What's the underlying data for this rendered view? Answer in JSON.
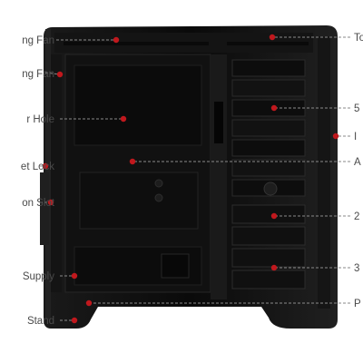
{
  "callouts_left": [
    {
      "id": "left-1",
      "text": "ng Fan"
    },
    {
      "id": "left-2",
      "text": "ng Fan"
    },
    {
      "id": "left-3",
      "text": "r Hole"
    },
    {
      "id": "left-4",
      "text": "et Lock"
    },
    {
      "id": "left-5",
      "text": "on Slot"
    },
    {
      "id": "left-6",
      "text": "Supply"
    },
    {
      "id": "left-7",
      "text": "Stand"
    }
  ],
  "callouts_right": [
    {
      "id": "right-1",
      "text": "To"
    },
    {
      "id": "right-2",
      "text": "5"
    },
    {
      "id": "right-3",
      "text": "I"
    },
    {
      "id": "right-4",
      "text": "A"
    },
    {
      "id": "right-5",
      "text": "2"
    },
    {
      "id": "right-6",
      "text": "3"
    },
    {
      "id": "right-7",
      "text": "P"
    }
  ],
  "colors": {
    "case_body": "#0c0c0c",
    "case_edge": "#1b1b1b",
    "callout_dot": "#c0181d",
    "leader_line": "#8a8a8a",
    "label_text": "#4a4a4a"
  }
}
